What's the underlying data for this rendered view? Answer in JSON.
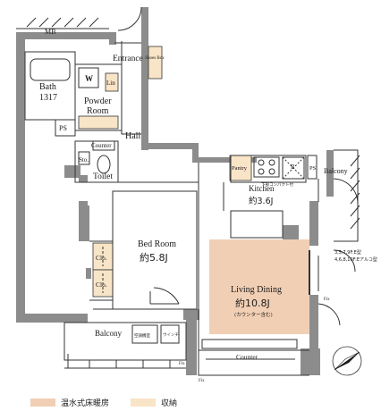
{
  "rooms": {
    "mb": "MB",
    "entrance": "Entrance",
    "shoes_box": "Shoes Box",
    "bath": "Bath",
    "bath_size": "1317",
    "washer": "W",
    "linen": "Lin",
    "powder_room_line1": "Powder",
    "powder_room_line2": "Room",
    "ps_left": "PS",
    "hall": "Hall",
    "counter_toilet": "Counter",
    "storage": "Sto.",
    "toilet": "Toilet",
    "pantry": "Pantry",
    "kitchen": "Kitchen",
    "kitchen_size": "約3.6J",
    "ps_right": "PS",
    "balcony_right": "Balcony",
    "compact_note": "下部コンパクト付",
    "fridge": "R",
    "bedroom": "Bed Room",
    "bedroom_size": "約5.8J",
    "closet_1": "Clo.",
    "closet_2": "Clo.",
    "living_dining": "Living Dining",
    "living_size": "約10.8J",
    "living_note": "(カウンター含む)",
    "fix_1": "Fix",
    "fix_2": "Fix",
    "fix_3": "Fix",
    "balcony_bottom": "Balcony",
    "ac_unit": "空調機室",
    "fold_ladder": "ウインチ",
    "counter_bottom": "Counter",
    "side_note_1": "3,5,7,9F:E型",
    "side_note_2": "4,6,8,10F:Eアルコ型"
  },
  "legend": {
    "floor_heating": "温水式床暖房",
    "storage": "収納"
  },
  "colors": {
    "floor_heating": "#f1cfb4",
    "storage": "#f8e4c6",
    "wall": "#8c8c8c",
    "line": "#333333"
  }
}
